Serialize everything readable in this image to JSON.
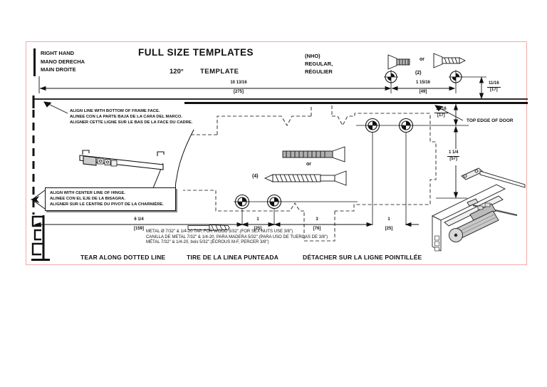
{
  "colors": {
    "border": "#f2a9a9",
    "ink": "#111111",
    "screw_fill": "#b8b8b8"
  },
  "header": {
    "hand": [
      "RIGHT HAND",
      "MANO DERECHA",
      "MAIN DROITE"
    ],
    "title": "FULL SIZE TEMPLATES",
    "angle": "120°",
    "template_word": "TEMPLATE",
    "regular": [
      "(NHO)",
      "REGULAR,",
      "RÉGULIER"
    ]
  },
  "screw_labels": {
    "or_top": "or",
    "qty_top": "(2)",
    "or_mid": "or",
    "qty_mid": "(4)"
  },
  "dimensions": {
    "h275_in": "10 13/16",
    "h275_mm": "[275]",
    "h49_in": "1 15/16",
    "h49_mm": "[49]",
    "v17a_in": "11/16",
    "v17a_mm": "[17]",
    "v17b_in": "11/16",
    "v17b_mm": "[17]",
    "v57_in": "1 1/4",
    "v57_mm": "[57]",
    "h159_in": "6 1/4",
    "h159_mm": "[159]",
    "h25a_in": "1",
    "h25a_mm": "[25]",
    "h76_in": "3",
    "h76_mm": "[76]",
    "h25b_in": "1",
    "h25b_mm": "[25]"
  },
  "notes": {
    "align_frame": [
      "ALIGN LINE WITH BOTTOM OF FRAME FACE.",
      "ALINEE CON LA PARTE BAJA DE LA CARA DEL MARCO.",
      "ALIGNER CETTE LIGNE SUR LE BAS DE LA FACE DU CADRE."
    ],
    "top_edge": "TOP EDGE OF DOOR",
    "align_hinge": [
      "ALIGN WITH CENTER LINE OF HINGE.",
      "ALINEE CON EL EJE DE LA BISAGRA.",
      "ALIGNER SUR LE CENTRE DU PIVOT DE LA CHARNIÈRE."
    ],
    "drill": [
      "METAL Ø 7/32\" & 1/4-20 TAP, FOR WOOD 5/32\".(FOR SEX NUTS USE 3/8\")",
      "CANILLA DE METAL 7/32\" & 1/4-20, PARA MADERA 5/32\".(PARA USO DE TUERCAS DE 3/8\")",
      "MÉTAL 7/32\" & 1/4-20, bois 5/32\".(ÉCROUS M-F, PERCER 3/8\")"
    ]
  },
  "footer": {
    "tear_en": "TEAR ALONG DOTTED LINE",
    "tear_es": "TIRE DE LA LINEA PUNTEADA",
    "tear_fr": "DÉTACHER SUR LA LIGNE POINTILLÉE"
  }
}
